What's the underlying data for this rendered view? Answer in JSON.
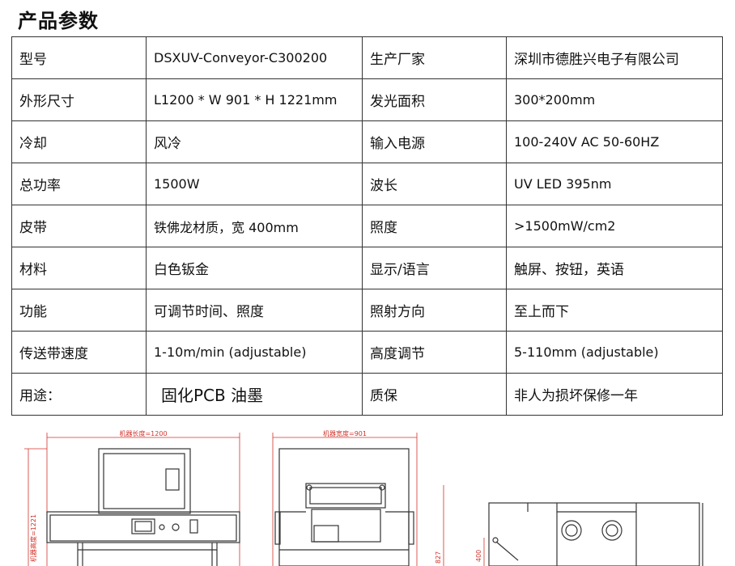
{
  "page": {
    "title": "产品参数"
  },
  "specs": {
    "rows": [
      [
        "型号",
        "DSXUV-Conveyor-C300200",
        "生产厂家",
        "深圳市德胜兴电子有限公司"
      ],
      [
        "外形尺寸",
        "L1200 * W 901 * H 1221mm",
        "发光面积",
        "300*200mm"
      ],
      [
        "冷却",
        "风冷",
        "输入电源",
        "100-240V AC 50-60HZ"
      ],
      [
        "总功率",
        "1500W",
        "波长",
        "UV LED 395nm"
      ],
      [
        "皮带",
        "铁佛龙材质，宽 400mm",
        "照度",
        ">1500mW/cm2"
      ],
      [
        "材料",
        "白色钣金",
        "显示/语言",
        "触屏、按钮，英语"
      ],
      [
        "功能",
        "可调节时间、照度",
        "照射方向",
        "至上而下"
      ],
      [
        "传送带速度",
        "1-10m/min (adjustable)",
        "高度调节",
        "5-110mm (adjustable)"
      ],
      [
        "用途：",
        "固化PCB 油墨",
        "质保",
        "非人为损坏保修一年"
      ]
    ]
  },
  "drawings": {
    "front": {
      "length_label": "机器长度=1200",
      "height_label": "机器高度=1221"
    },
    "side": {
      "width_label": "机器宽度=901",
      "height_label": "827"
    },
    "rear": {
      "height_label": "400"
    },
    "colors": {
      "dimension": "#d1332b",
      "line": "#333333"
    }
  }
}
